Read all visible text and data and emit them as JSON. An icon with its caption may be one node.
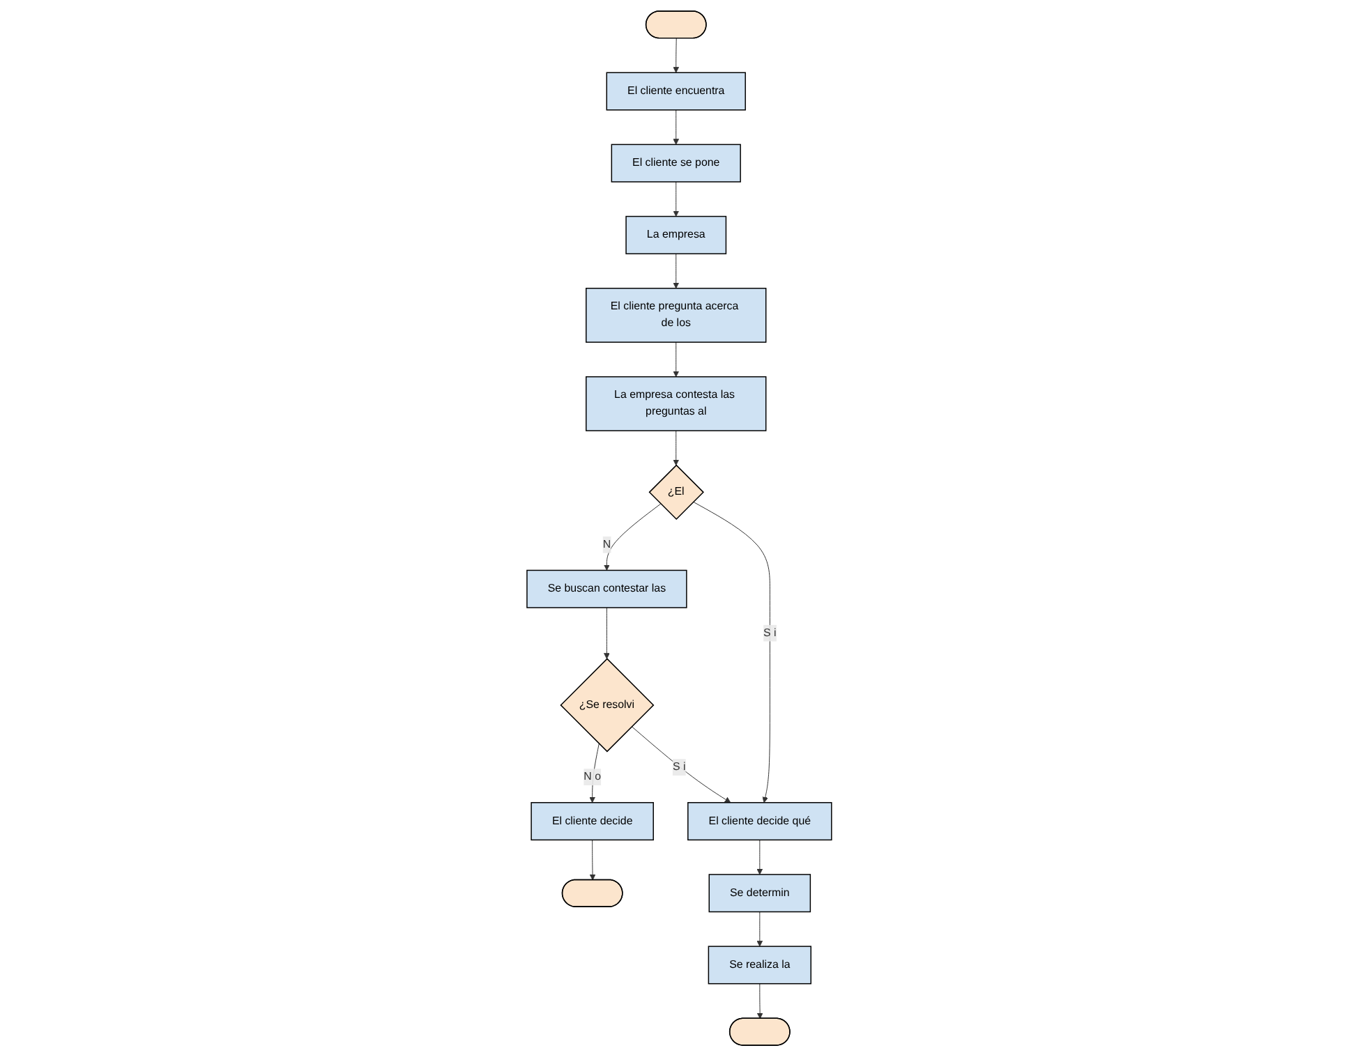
{
  "diagram": {
    "nodes": [
      {
        "text": [],
        "shape": "stadium"
      },
      {
        "text": [
          "Se buscan contestar las"
        ]
      },
      {
        "text": [
          "¿Se resolvi"
        ]
      },
      {
        "text": [
          "El cliente decide"
        ]
      },
      {
        "text": [],
        "shape": "stadium"
      },
      {
        "text": [
          "¿El"
        ]
      },
      {
        "text": [
          "El cliente encuentra"
        ]
      },
      {
        "text": [
          "El cliente decide qué"
        ]
      },
      {
        "text": [
          "La empresa contesta las preguntas al"
        ]
      },
      {
        "text": [
          "Se determin"
        ]
      },
      {
        "text": [
          "El cliente se pone"
        ]
      },
      {
        "text": [
          "La empresa"
        ]
      },
      {
        "text": [
          "El cliente pregunta acerca de los"
        ]
      },
      {
        "text": [
          "Se realiza la"
        ]
      },
      {
        "text": [],
        "shape": "stadium"
      }
    ],
    "edges": [
      {
        "from": 0,
        "to": 6,
        "arrow": "to"
      },
      {
        "from": 6,
        "to": 10,
        "arrow": "to"
      },
      {
        "from": 10,
        "to": 11,
        "arrow": "to"
      },
      {
        "from": 11,
        "to": 12,
        "arrow": "to"
      },
      {
        "from": 12,
        "to": 8,
        "arrow": "to"
      },
      {
        "from": 8,
        "to": 5,
        "arrow": "to"
      },
      {
        "from": 5,
        "to": 1,
        "label": "N",
        "arrow": "to"
      },
      {
        "from": 5,
        "to": 7,
        "label": "S i",
        "arrow": "to"
      },
      {
        "from": 1,
        "to": 2,
        "arrow": "to"
      },
      {
        "from": 2,
        "to": 3,
        "label": "N o",
        "arrow": "to"
      },
      {
        "from": 2,
        "to": 7,
        "label": "S i",
        "arrow": "to"
      },
      {
        "from": 3,
        "to": 4,
        "arrow": "to"
      },
      {
        "from": 7,
        "to": 9,
        "arrow": "to"
      },
      {
        "from": 9,
        "to": 13,
        "arrow": "to"
      },
      {
        "from": 13,
        "to": 14,
        "arrow": "to"
      }
    ]
  }
}
